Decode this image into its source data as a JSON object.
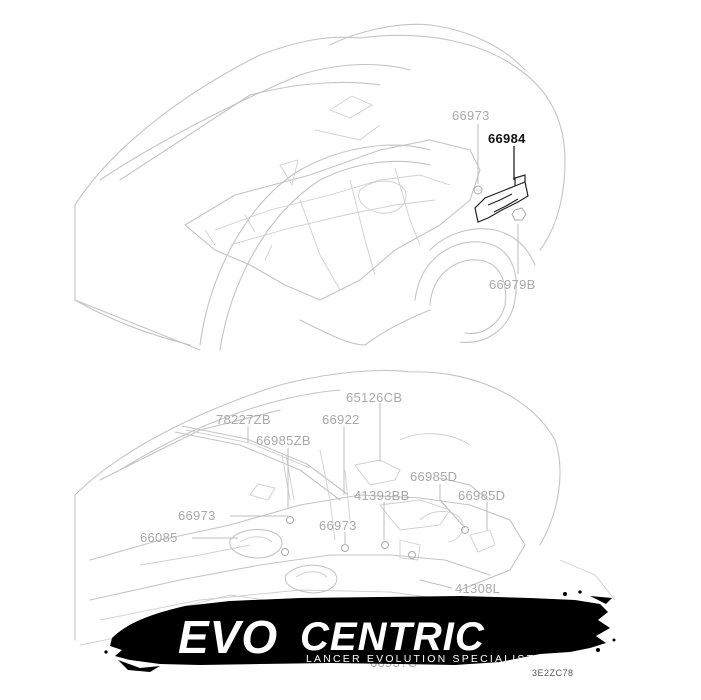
{
  "upper_view": {
    "labels": {
      "p66973": "66973",
      "p66984": "66984",
      "p66979B": "66979B"
    }
  },
  "lower_view": {
    "labels": {
      "p65126CB": "65126CB",
      "p78227ZB": "78227ZB",
      "p66922": "66922",
      "p66985ZB": "66985ZB",
      "p66985D_a": "66985D",
      "p41393BB": "41393BB",
      "p66985D_b": "66985D",
      "p66973_a": "66973",
      "p66973_b": "66973",
      "p66085": "66085",
      "p41308L": "41308L",
      "p66937C_partial": "6693?C"
    }
  },
  "logo": {
    "text_evo": "EVO",
    "text_centric": "CENTRIC",
    "tagline": "LANCER EVOLUTION SPECIALIST"
  },
  "diagram_ref": "3E2ZC78",
  "colors": {
    "line_art": "#c4c4c4",
    "highlight": "#111111",
    "label_gray": "#a9a9a9",
    "logo_bg": "#000000",
    "logo_text": "#ffffff"
  }
}
